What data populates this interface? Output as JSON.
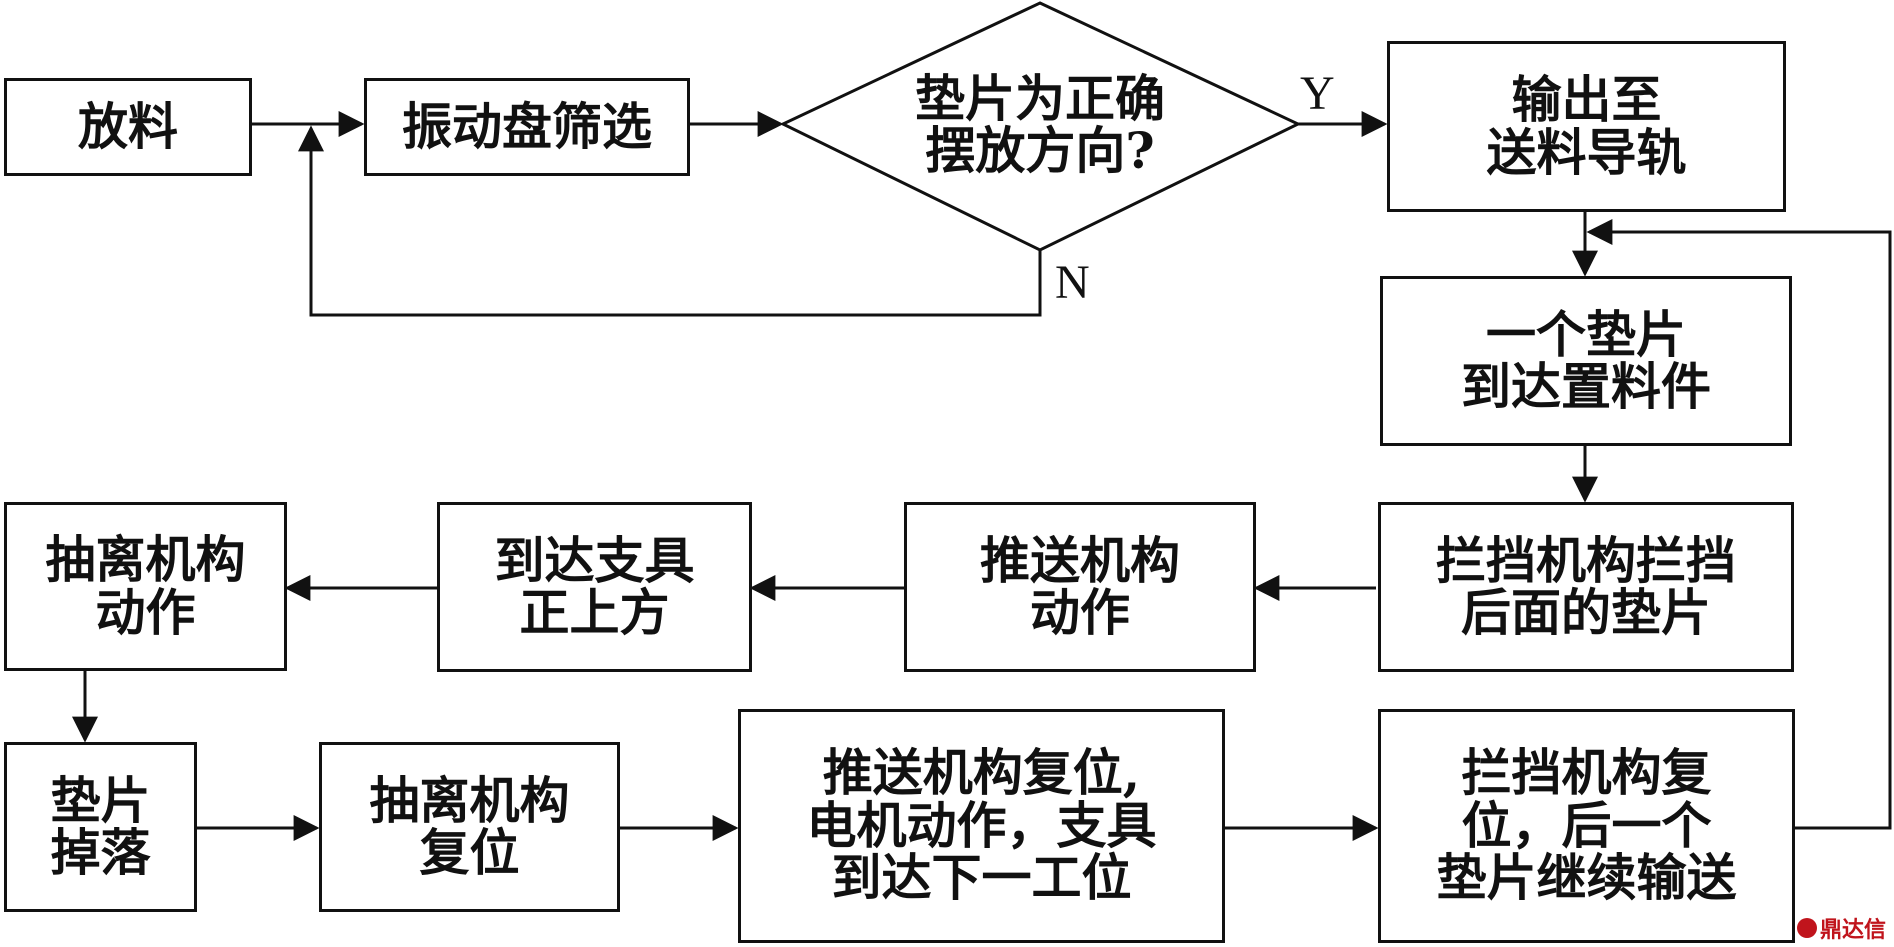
{
  "nodes": {
    "n1": "放料",
    "n2": "振动盘筛选",
    "d1": "垫片为正确\n摆放方向?",
    "n3": "输出至\n送料导轨",
    "n4": "一个垫片\n到达置料件",
    "n5": "拦挡机构拦挡\n后面的垫片",
    "n6": "推送机构\n动作",
    "n7": "到达支具\n正上方",
    "n8": "抽离机构\n动作",
    "n9": "垫片\n掉落",
    "n10": "抽离机构\n复位",
    "n11": "推送机构复位,\n电机动作，支具\n到达下一工位",
    "n12": "拦挡机构复\n位，后一个\n垫片继续输送"
  },
  "edge_labels": {
    "yes": "Y",
    "no": "N"
  },
  "watermark": "鼎达信"
}
